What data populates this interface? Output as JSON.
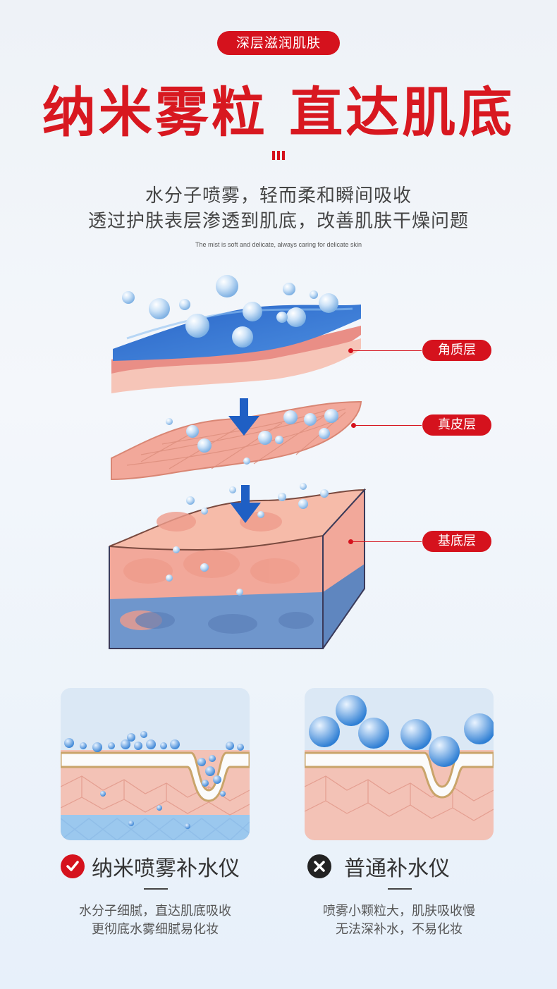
{
  "tag": "深层滋润肌肤",
  "headline": "纳米雾粒  直达肌底",
  "subtitle_line1": "水分子喷雾，轻而柔和瞬间吸收",
  "subtitle_line2": "透过护肤表层渗透到肌底，改善肌肤干燥问题",
  "english_caption": "The mist is soft and delicate, always caring for delicate skin",
  "layers": {
    "top": "角质层",
    "middle": "真皮层",
    "bottom": "基底层"
  },
  "comparison": {
    "good": {
      "title": "纳米喷雾补水仪",
      "desc_line1": "水分子细腻，直达肌底吸收",
      "desc_line2": "更彻底水雾细腻易化妆",
      "icon": "check-icon",
      "color": "#d5121d"
    },
    "bad": {
      "title": "普通补水仪",
      "desc_line1": "喷雾小颗粒大，肌肤吸收慢",
      "desc_line2": "无法深补水，不易化妆",
      "icon": "x-icon",
      "color": "#222222"
    }
  },
  "colors": {
    "accent": "#d5121d",
    "skin": "#f2a89a",
    "water": "#4a8fd8"
  }
}
